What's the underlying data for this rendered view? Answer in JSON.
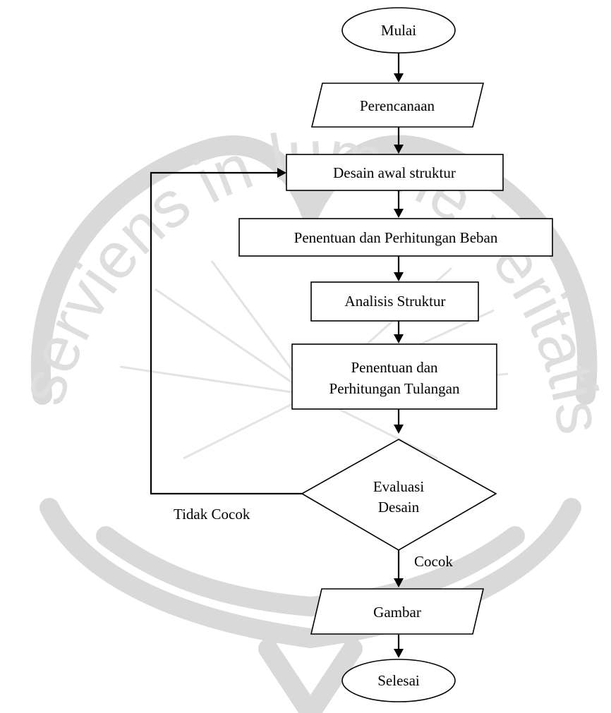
{
  "flowchart": {
    "nodes": {
      "start": "Mulai",
      "planning": "Perencanaan",
      "initial_design": "Desain awal struktur",
      "load_calc": "Penentuan dan Perhitungan Beban",
      "analysis": "Analisis Struktur",
      "reinforcement_line1": "Penentuan dan",
      "reinforcement_line2": "Perhitungan Tulangan",
      "evaluation_line1": "Evaluasi",
      "evaluation_line2": "Desain",
      "drawing": "Gambar",
      "end": "Selesai"
    },
    "edge_labels": {
      "no": "Tidak Cocok",
      "yes": "Cocok"
    }
  },
  "watermark": {
    "motto": "serviens in lumine veritatis"
  }
}
